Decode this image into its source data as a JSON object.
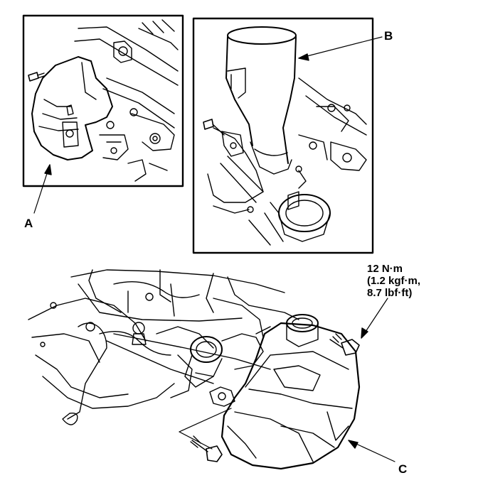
{
  "labels": {
    "a": "A",
    "b": "B",
    "c": "C"
  },
  "torque_spec": {
    "line1": "12 N·m",
    "line2": "(1.2 kgf·m,",
    "line3": "8.7 lbf·ft)"
  },
  "colors": {
    "ink": "#000000",
    "paper": "#ffffff"
  }
}
